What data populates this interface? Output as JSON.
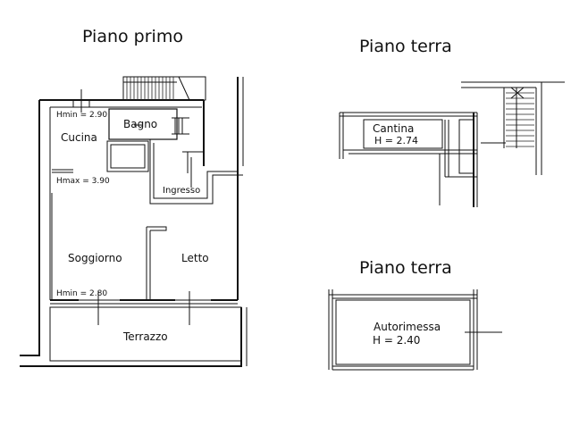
{
  "titles": {
    "first_floor": "Piano primo",
    "ground_floor_a": "Piano terra",
    "ground_floor_b": "Piano terra"
  },
  "rooms": {
    "cucina": "Cucina",
    "bagno": "Bagno",
    "ingresso": "Ingresso",
    "soggiorno": "Soggiorno",
    "letto": "Letto",
    "terrazzo": "Terrazzo",
    "cantina": "Cantina",
    "autorimessa": "Autorimessa"
  },
  "heights": {
    "hmin_top": "Hmin = 2.90",
    "hmax": "Hmax = 3.90",
    "hmin_bottom": "Hmin = 2.80",
    "cantina": "H = 2.74",
    "autorimessa": "H = 2.40"
  }
}
